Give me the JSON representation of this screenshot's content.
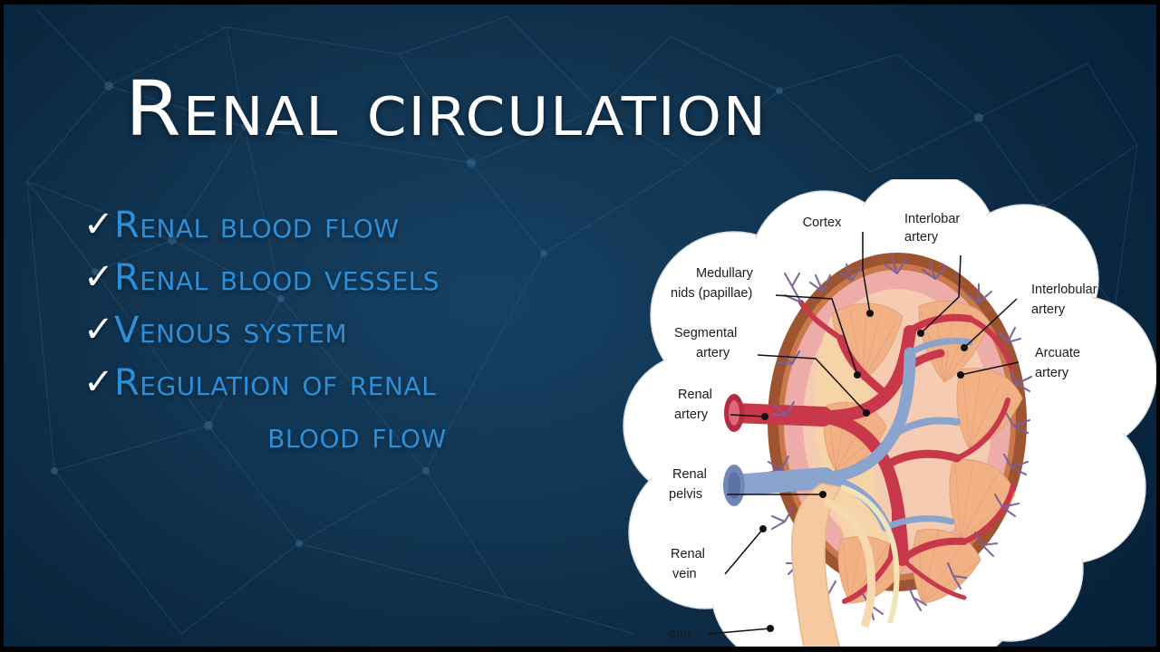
{
  "slide": {
    "title": "Renal circulation",
    "background_color": "#113450",
    "accent_color": "#2b8fd9",
    "title_color": "#ffffff"
  },
  "bullets": {
    "marker": "✓",
    "items": [
      {
        "text": "Renal blood flow"
      },
      {
        "text": "Renal blood vessels"
      },
      {
        "text": "Venous system"
      },
      {
        "text": "Regulation of renal",
        "wrap": "blood flow"
      }
    ]
  },
  "figure": {
    "name": "kidney-cross-section-diagram",
    "labels": [
      {
        "id": "cortex",
        "text": "Cortex"
      },
      {
        "id": "interlobar-artery",
        "text_line1": "Interlobar",
        "text_line2": "artery"
      },
      {
        "id": "medullary",
        "text_line1": "Medullary",
        "text_line2": "nids (papillae)"
      },
      {
        "id": "segmental-artery",
        "text_line1": "Segmental",
        "text_line2": "artery"
      },
      {
        "id": "renal-artery",
        "text_line1": "Renal",
        "text_line2": "artery"
      },
      {
        "id": "renal-pelvis",
        "text_line1": "Renal",
        "text_line2": "pelvis"
      },
      {
        "id": "renal-vein",
        "text_line1": "Renal",
        "text_line2": "vein"
      },
      {
        "id": "ureter",
        "text": "eter"
      },
      {
        "id": "interlobular-artery",
        "text_line1": "Interlobular",
        "text_line2": "artery"
      },
      {
        "id": "arcuate-artery",
        "text_line1": "Arcuate",
        "text_line2": "artery"
      }
    ],
    "colors": {
      "capsule": "#9e5430",
      "cortex": "#eeaaa6",
      "pyramid": "#f2b184",
      "artery": "#c9384a",
      "vein": "#8ba4cd",
      "pelvis": "#f6cfa6",
      "backdrop": "#ffffff"
    }
  }
}
